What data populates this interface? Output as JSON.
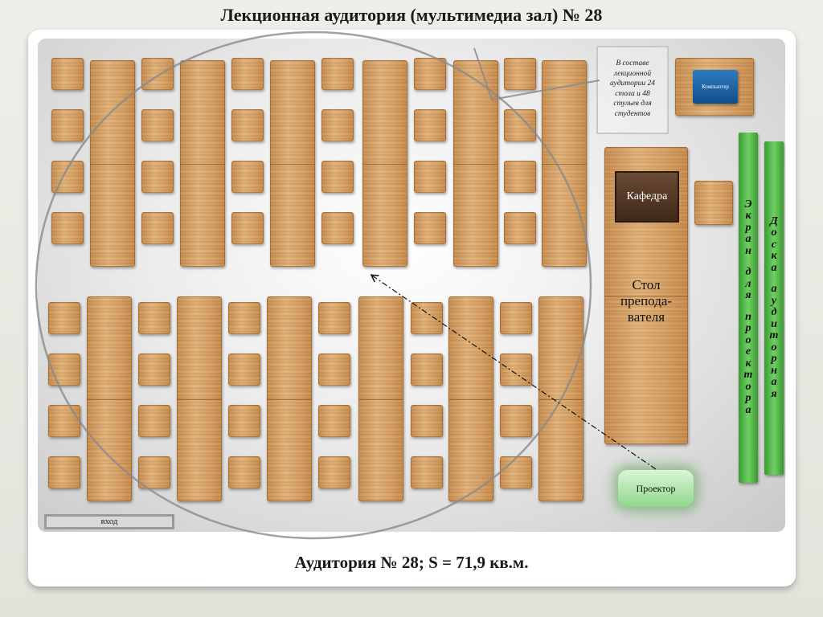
{
  "title": "Лекционная аудитория (мультимедиа зал) № 28",
  "note": {
    "lines": [
      "В составе",
      "лекционной",
      "аудитории 24",
      "стола и 48",
      "стульев для",
      "студентов"
    ]
  },
  "computer_label": "Компьютер",
  "lectern_label": "Кафедра",
  "teacher_desk_lines": [
    "Стол",
    "препода-",
    "вателя"
  ],
  "projector_screen_text": "Экран для проектора",
  "board_text": "Доска аудиторная",
  "projector_label": "Проектор",
  "entrance_label": "вход",
  "footer": "Аудитория № 28; S = 71,9 кв.м.",
  "colors": {
    "wood": "#d9a468",
    "green_strip": "#6fd063",
    "computer": "#1f66a8",
    "lectern": "#4e3424",
    "projector": "#a8e2a2"
  },
  "icons": {
    "arrow": "dash-dot-arrow-icon"
  }
}
